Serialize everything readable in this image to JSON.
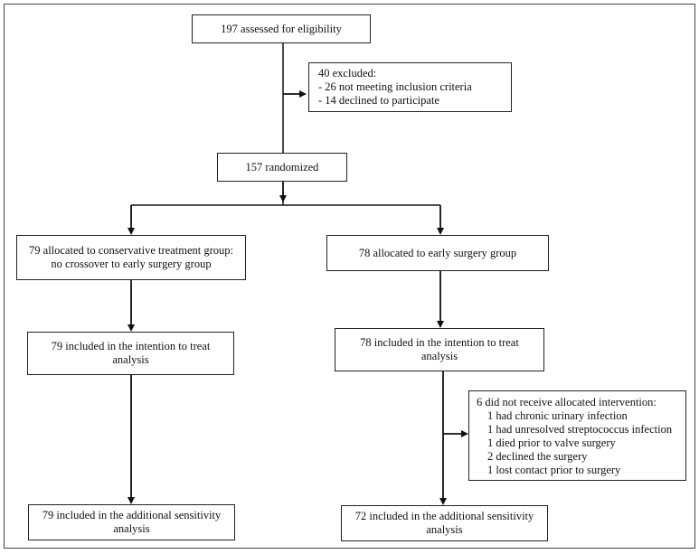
{
  "assessed": "197 assessed for eligibility",
  "excluded": {
    "title": "40 excluded:",
    "items": [
      "- 26 not meeting inclusion criteria",
      "- 14 declined to participate"
    ]
  },
  "randomized": "157 randomized",
  "conservative": {
    "allocated": [
      "79 allocated to conservative treatment group:",
      "no crossover to early surgery group"
    ],
    "itt": [
      "79 included in the intention to treat",
      "analysis"
    ],
    "sensitivity": [
      "79 included in the additional sensitivity",
      "analysis"
    ]
  },
  "early": {
    "allocated": "78 allocated to early surgery group",
    "itt": [
      "78 included in the intention to treat",
      "analysis"
    ],
    "not_received": {
      "title": "6 did not receive allocated intervention:",
      "items": [
        "1 had chronic urinary infection",
        "1 had unresolved streptococcus infection",
        "1 died prior to valve surgery",
        "2 declined the surgery",
        "1 lost contact prior to surgery"
      ]
    },
    "sensitivity": [
      "72 included in the additional sensitivity",
      "analysis"
    ]
  }
}
